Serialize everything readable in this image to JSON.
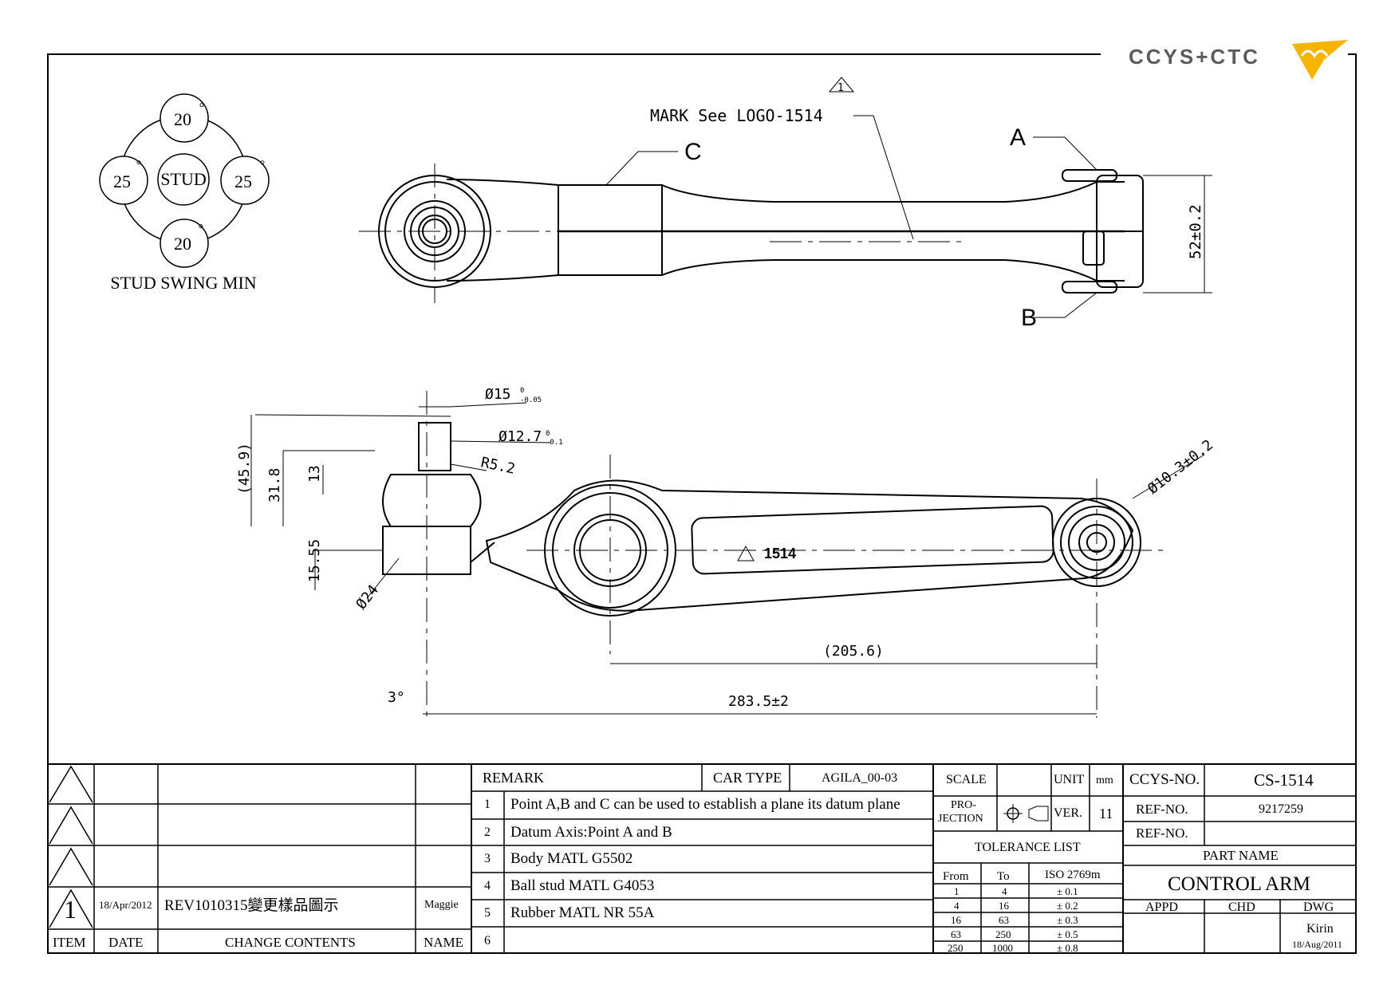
{
  "logo": {
    "text": "CCYS+CTC"
  },
  "stud_swing": {
    "title": "STUD SWING MIN",
    "center": "STUD",
    "top": "20",
    "bottom": "20",
    "left": "25",
    "right": "25",
    "unit_mark": "°"
  },
  "top_view": {
    "mark_note": "MARK See LOGO-1514",
    "rev_flag": "1",
    "label_a": "A",
    "label_b": "B",
    "label_c": "C",
    "dim_52": "52±0.2"
  },
  "front_view": {
    "dim_d15": "Ø15",
    "dim_d15_tol_top": "0",
    "dim_d15_tol_bot": "-0.05",
    "dim_d127": "Ø12.7",
    "dim_d127_tol_top": "0",
    "dim_d127_tol_bot": "-0.1",
    "dim_r52": "R5.2",
    "dim_459": "(45.9)",
    "dim_318": "31.8",
    "dim_13": "13",
    "dim_1555": "15.55",
    "dim_d24": "Ø24",
    "dim_d103": "Ø10.3±0.2",
    "logo_mark": "1514",
    "dim_2056": "(205.6)",
    "dim_2835": "283.5±2",
    "dim_3deg": "3°"
  },
  "title_block": {
    "revisions": [
      {
        "item": "1",
        "date": "18/Apr/2012",
        "contents": "REV1010315變更樣品圖示",
        "name": "Maggie"
      }
    ],
    "headers": {
      "item": "ITEM",
      "date": "DATE",
      "contents": "CHANGE CONTENTS",
      "name": "NAME"
    },
    "remark_label": "REMARK",
    "car_type_label": "CAR TYPE",
    "car_type": "AGILA_00-03",
    "remarks": [
      {
        "no": "1",
        "text": "Point A,B and C can be used to establish a plane its datum plane"
      },
      {
        "no": "2",
        "text": "Datum Axis:Point A and B"
      },
      {
        "no": "3",
        "text": "Body MATL G5502"
      },
      {
        "no": "4",
        "text": "Ball stud MATL G4053"
      },
      {
        "no": "5",
        "text": "Rubber MATL NR 55A"
      },
      {
        "no": "6",
        "text": ""
      }
    ],
    "scale_label": "SCALE",
    "unit_label": "UNIT",
    "unit": "mm",
    "projection_label_1": "PRO-",
    "projection_label_2": "JECTION",
    "ver_label": "VER.",
    "ver": "11",
    "tolerance_title": "TOLERANCE LIST",
    "tol_headers": {
      "from": "From",
      "to": "To",
      "iso": "ISO 2769m"
    },
    "tolerances": [
      {
        "from": "1",
        "to": "4",
        "tol": "± 0.1"
      },
      {
        "from": "4",
        "to": "16",
        "tol": "± 0.2"
      },
      {
        "from": "16",
        "to": "63",
        "tol": "± 0.3"
      },
      {
        "from": "63",
        "to": "250",
        "tol": "± 0.5"
      },
      {
        "from": "250",
        "to": "1000",
        "tol": "± 0.8"
      }
    ],
    "ccys_no_label": "CCYS-NO.",
    "ccys_no": "CS-1514",
    "ref_no_label": "REF-NO.",
    "ref_no": "9217259",
    "ref_no_label_2": "REF-NO.",
    "ref_no_2": "",
    "part_name_label": "PART NAME",
    "part_name": "CONTROL ARM",
    "appd_label": "APPD",
    "chd_label": "CHD",
    "dwg_label": "DWG",
    "dwg_by": "Kirin",
    "dwg_date": "18/Aug/2011"
  }
}
